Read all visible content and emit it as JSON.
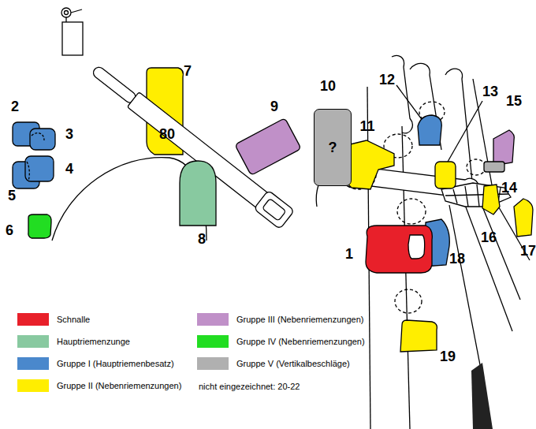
{
  "diagram": {
    "nodes": [
      {
        "text": [
          "?"
        ]
      }
    ],
    "edges": [],
    "labels": [
      "2",
      "3",
      "4",
      "5",
      "6",
      "7",
      "80",
      "8",
      "9",
      "10",
      "11",
      "12",
      "13",
      "15",
      "14",
      "16",
      "17",
      "1",
      "18",
      "19",
      "nicht eingezeichnet: 20-22"
    ],
    "legend": [
      {
        "text": "Schnalle",
        "color": "#e8202a"
      },
      {
        "text": "Hauptriemenzunge",
        "color": "#88c9a0"
      },
      {
        "text": "Gruppe I (Hauptriemenbesatz)",
        "color": "#4a88cc"
      },
      {
        "text": "Gruppe II (Nebenriemenzungen)",
        "color": "#ffee00"
      },
      {
        "text": "Gruppe III (Nebenriemenzungen)",
        "color": "#c090c8"
      },
      {
        "text": "Gruppe IV (Nebenriemenzungen)",
        "color": "#22dd22"
      },
      {
        "text": "Gruppe V (Vertikalbeschläge)",
        "color": "#b0b0b0"
      }
    ]
  }
}
